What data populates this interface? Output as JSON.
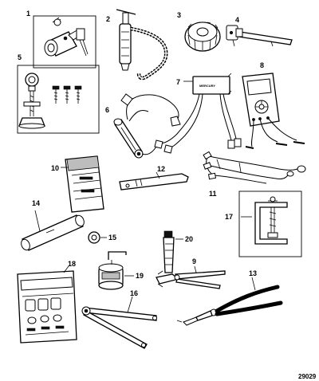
{
  "figure": {
    "code": "29029",
    "meter_brand": "MERCURY"
  },
  "callouts": [
    {
      "id": "1",
      "label": "1"
    },
    {
      "id": "2",
      "label": "2"
    },
    {
      "id": "3",
      "label": "3"
    },
    {
      "id": "4",
      "label": "4"
    },
    {
      "id": "5",
      "label": "5"
    },
    {
      "id": "6",
      "label": "6"
    },
    {
      "id": "7",
      "label": "7"
    },
    {
      "id": "8",
      "label": "8"
    },
    {
      "id": "9",
      "label": "9"
    },
    {
      "id": "10",
      "label": "10"
    },
    {
      "id": "11",
      "label": "11"
    },
    {
      "id": "12",
      "label": "12"
    },
    {
      "id": "13",
      "label": "13"
    },
    {
      "id": "14",
      "label": "14"
    },
    {
      "id": "15",
      "label": "15"
    },
    {
      "id": "16",
      "label": "16"
    },
    {
      "id": "17",
      "label": "17"
    },
    {
      "id": "18",
      "label": "18"
    },
    {
      "id": "19",
      "label": "19"
    },
    {
      "id": "20",
      "label": "20"
    }
  ]
}
